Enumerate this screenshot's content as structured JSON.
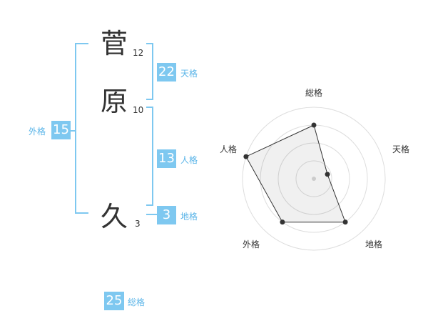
{
  "name": {
    "chars": [
      {
        "char": "菅",
        "strokes": "12"
      },
      {
        "char": "原",
        "strokes": "10"
      },
      {
        "char": "久",
        "strokes": "3"
      }
    ]
  },
  "scores": {
    "tenkaku": {
      "value": "22",
      "label": "天格"
    },
    "jinkaku": {
      "value": "13",
      "label": "人格"
    },
    "chikaku": {
      "value": "3",
      "label": "地格"
    },
    "gaikaku": {
      "value": "15",
      "label": "外格"
    },
    "soukaku": {
      "value": "25",
      "label": "総格"
    }
  },
  "colors": {
    "accent": "#7ec8f0",
    "label": "#59b4e8",
    "text": "#333333"
  },
  "chart_data": {
    "type": "radar",
    "axes": [
      "総格",
      "天格",
      "地格",
      "外格",
      "人格"
    ],
    "values": [
      0.75,
      0.2,
      0.75,
      0.75,
      1.0
    ],
    "rings": 4
  }
}
